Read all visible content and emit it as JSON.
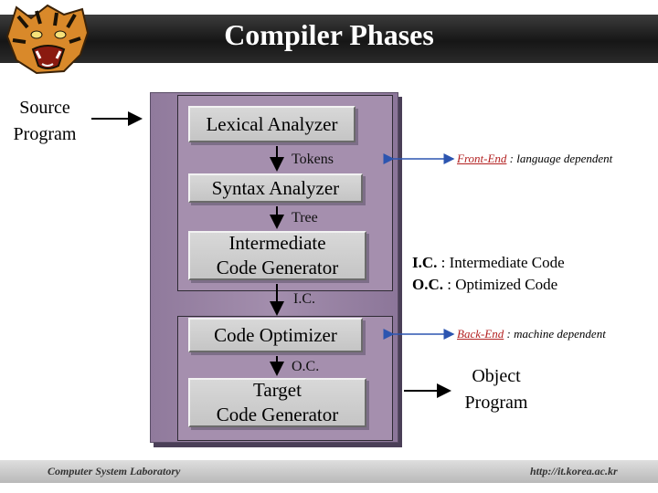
{
  "title": "Compiler Phases",
  "source": {
    "line1": "Source",
    "line2": "Program"
  },
  "object": {
    "line1": "Object",
    "line2": "Program"
  },
  "stages": {
    "lexical": "Lexical Analyzer",
    "syntax": "Syntax Analyzer",
    "icg_line1": "Intermediate",
    "icg_line2": "Code Generator",
    "optimizer": "Code Optimizer",
    "tcg_line1": "Target",
    "tcg_line2": "Code Generator"
  },
  "edges": {
    "tokens": "Tokens",
    "tree": "Tree",
    "ic": "I.C.",
    "oc": "O.C."
  },
  "notes": {
    "front_em": "Front-End",
    "front_rest": " : language dependent",
    "back_em": "Back-End",
    "back_rest": " : machine dependent"
  },
  "legend": {
    "ic_abbr": "I.C.",
    "ic_text": " : Intermediate Code",
    "oc_abbr": "O.C.",
    "oc_text": " : Optimized Code"
  },
  "footer": {
    "left": "Computer System Laboratory",
    "right": "http://it.korea.ac.kr"
  },
  "icons": {
    "logo": "tiger-head-icon"
  },
  "colors": {
    "banner": "#1e1e1e",
    "panel": "#9c86a6",
    "link_arrow": "#2c55b0",
    "front_back_label": "#b32222"
  }
}
